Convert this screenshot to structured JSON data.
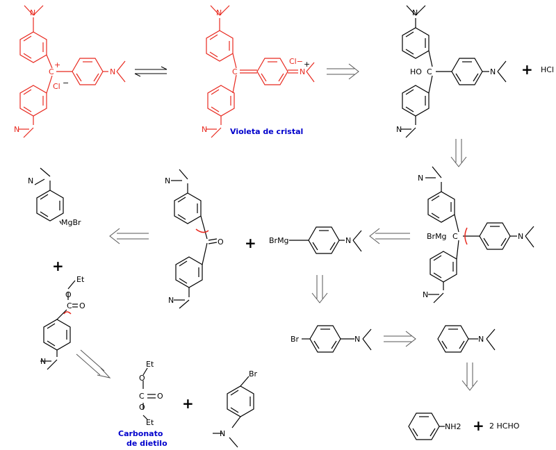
{
  "labels": {
    "n_atom": "N",
    "cation_c": "C",
    "charge_plus": "+",
    "charge_minus": "−",
    "chloride": "Cl",
    "chloride_minus": "Cl−",
    "hydroxyl": "HO",
    "hcl": "HCl",
    "brmg": "BrMg",
    "mgbr": "MgBr",
    "br": "Br",
    "nh2": "NH2",
    "o": "O",
    "et": "Et",
    "formaldehyde": "2 HCHO",
    "plus": "+"
  },
  "captions": {
    "crystal_violet": "Violeta de cristal",
    "diethyl_carbonate_1": "Carbonato",
    "diethyl_carbonate_2": "de dietilo"
  },
  "colors": {
    "target_molecule": "#e8281e",
    "caption": "#0000cc",
    "intermediates": "#000000"
  }
}
